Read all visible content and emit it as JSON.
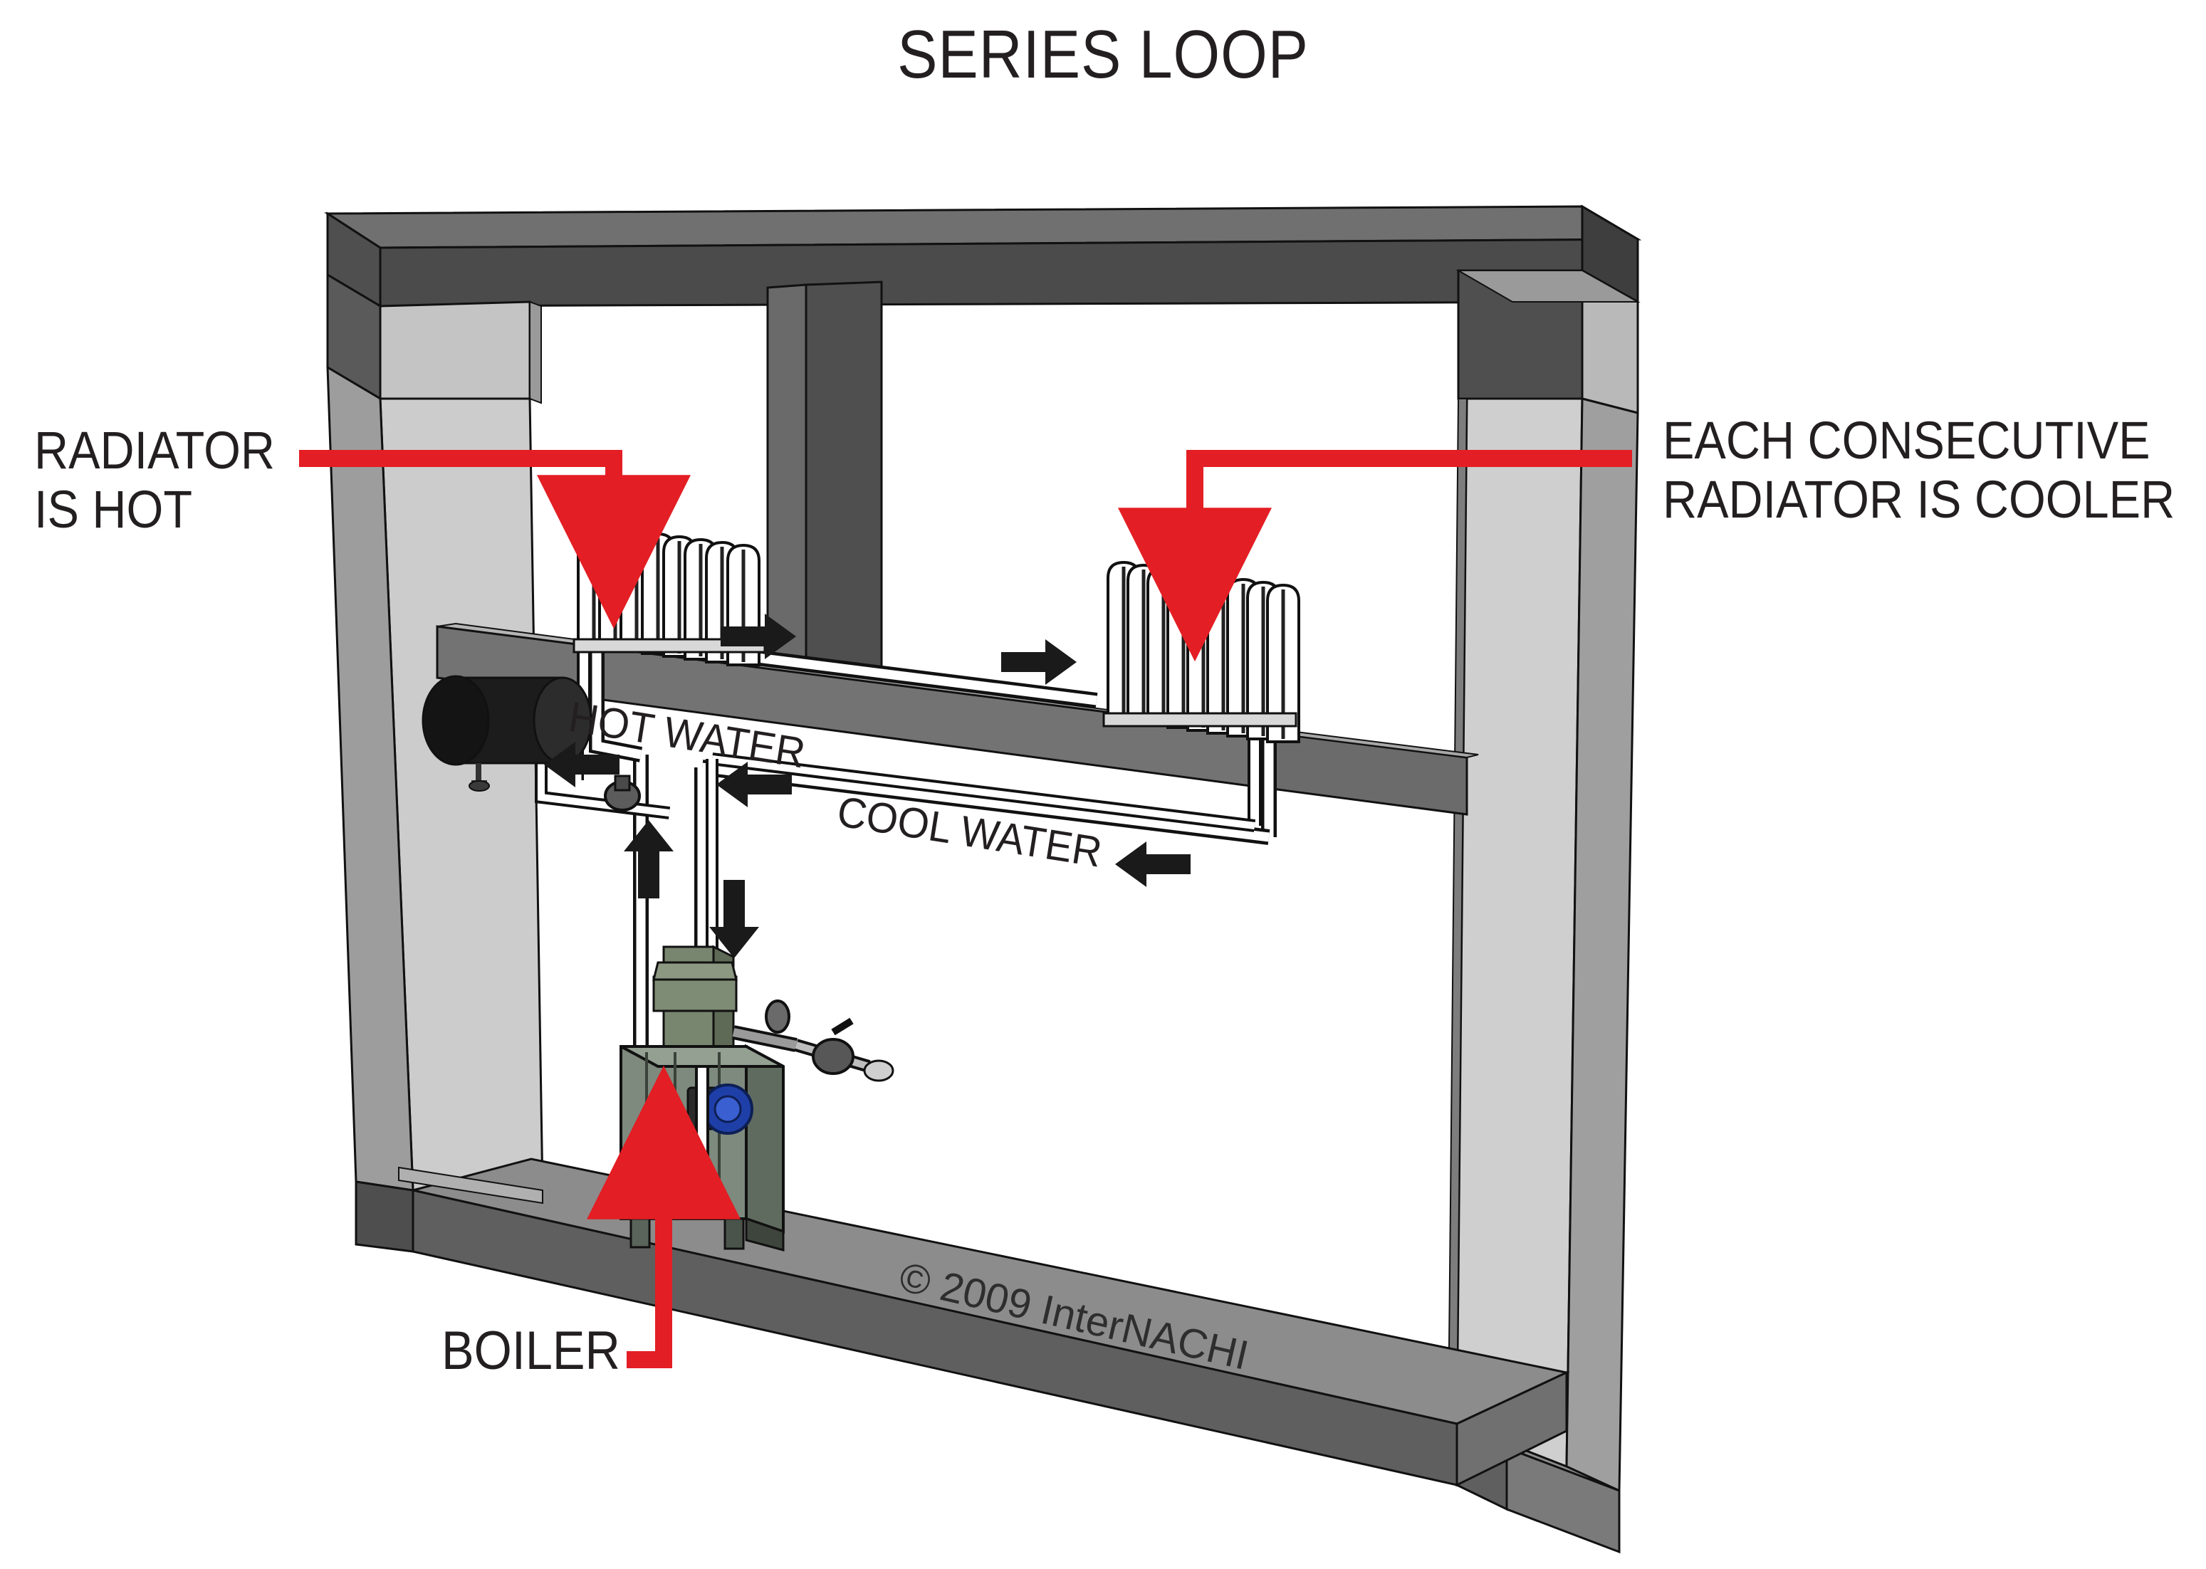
{
  "title": "SERIES LOOP",
  "labels": {
    "left_callout": "RADIATOR\nIS HOT",
    "right_callout": "EACH CONSECUTIVE\nRADIATOR IS COOLER",
    "boiler": "BOILER",
    "hot_water": "HOT WATER",
    "cool_water": "COOL WATER",
    "copyright": "© 2009 InterNACHI"
  },
  "colors": {
    "accent_red": "#e31e24",
    "beam_dark": "#4b4b4b",
    "beam_mid": "#6e6e6e",
    "wall_light": "#cbcbcb",
    "wall_mid": "#9a9a9a",
    "floor": "#8c8c8c",
    "floor_edge": "#5a5a5a",
    "boiler_body": "#7d8a7d",
    "tank_black": "#1c1c1c",
    "pipe_white": "#ffffff",
    "outline": "#111111",
    "text": "#231f20"
  },
  "diagram": {
    "type": "cutaway-isometric-schematic",
    "subject": "Hydronic series loop heating system in a framed house section",
    "components": [
      {
        "name": "top-beam",
        "note": "horizontal header beam spanning structure"
      },
      {
        "name": "left-column",
        "note": "left vertical wall post"
      },
      {
        "name": "right-column",
        "note": "right vertical wall post"
      },
      {
        "name": "center-partition",
        "note": "interior partition wall"
      },
      {
        "name": "upper-floor-slab",
        "note": "mid-level floor the radiators sit on"
      },
      {
        "name": "base-floor-slab",
        "note": "basement floor slab under boiler"
      },
      {
        "name": "radiator-1",
        "fins": 10,
        "note": "first radiator, hottest"
      },
      {
        "name": "radiator-2",
        "fins": 10,
        "note": "second radiator, cooler"
      },
      {
        "name": "expansion-tank",
        "note": "black horizontal cylindrical tank"
      },
      {
        "name": "boiler",
        "note": "green-gray boiler cabinet with flue"
      },
      {
        "name": "circulator-pump",
        "note": "blue pump on boiler supply"
      },
      {
        "name": "supply-piping",
        "note": "hot water supply run"
      },
      {
        "name": "return-piping",
        "note": "cool water return run"
      }
    ],
    "flow_arrows": [
      {
        "id": "flow-1",
        "direction": "right",
        "meaning": "hot supply toward radiator 2"
      },
      {
        "id": "flow-2",
        "direction": "right",
        "meaning": "supply continuing right"
      },
      {
        "id": "flow-3",
        "direction": "left",
        "meaning": "cool return heading back"
      },
      {
        "id": "flow-4",
        "direction": "left",
        "meaning": "cool return heading back"
      },
      {
        "id": "flow-5",
        "direction": "left",
        "meaning": "cool return near tank"
      },
      {
        "id": "flow-6",
        "direction": "up",
        "meaning": "supply riser up from boiler"
      },
      {
        "id": "flow-7",
        "direction": "down",
        "meaning": "return drop into boiler"
      }
    ],
    "callouts": [
      {
        "id": "callout-radiator-hot",
        "text": "RADIATOR IS HOT",
        "points_to": "radiator-1",
        "arrow": "down"
      },
      {
        "id": "callout-radiator-cooler",
        "text": "EACH CONSECUTIVE RADIATOR IS COOLER",
        "points_to": "radiator-2",
        "arrow": "down"
      },
      {
        "id": "callout-boiler",
        "text": "BOILER",
        "points_to": "boiler",
        "arrow": "up"
      }
    ]
  }
}
